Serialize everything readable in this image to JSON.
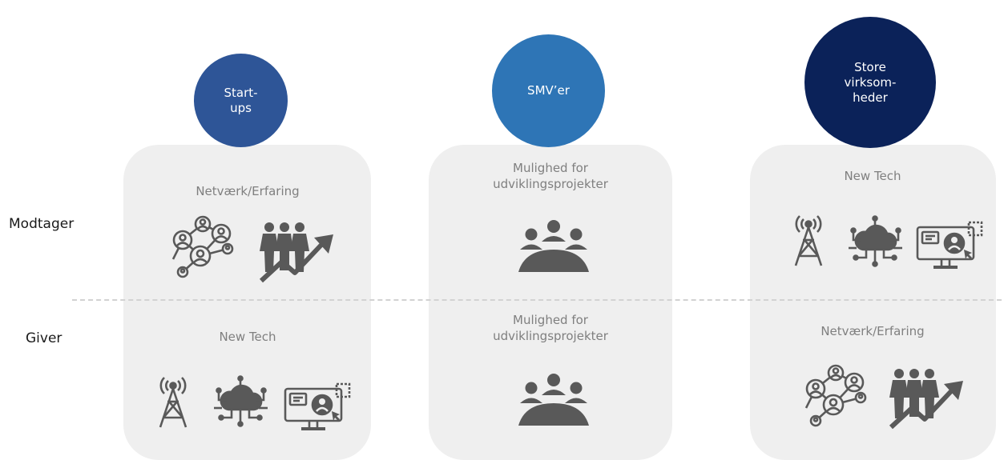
{
  "row_labels": {
    "top": "Modtager",
    "bottom": "Giver"
  },
  "columns": [
    {
      "header": "Start-\nups",
      "color": "#2e5597",
      "top_text": "Netværk/Erfaring",
      "top_icons": [
        "network-icon",
        "people-growth-icon"
      ],
      "bottom_text": "New Tech",
      "bottom_icons": [
        "antenna-tower-icon",
        "cloud-network-icon",
        "monitor-user-icon"
      ]
    },
    {
      "header": "SMV’er",
      "color": "#2e75b6",
      "top_text": "Mulighed for\nudviklingsprojekter",
      "top_icons": [
        "meeting-table-icon"
      ],
      "bottom_text": "Mulighed for\nudviklingsprojekter",
      "bottom_icons": [
        "meeting-table-icon"
      ]
    },
    {
      "header": "Store\nvirksom-\nheder",
      "color": "#0b2259",
      "top_text": "New Tech",
      "top_icons": [
        "antenna-tower-icon",
        "cloud-network-icon",
        "monitor-user-icon"
      ],
      "bottom_text": "Netværk/Erfaring",
      "bottom_icons": [
        "network-icon",
        "people-growth-icon"
      ]
    }
  ],
  "colors": {
    "card": "#efefef",
    "icon": "#595959",
    "divider": "#d2d2d2",
    "text": "#7f7f7f"
  }
}
